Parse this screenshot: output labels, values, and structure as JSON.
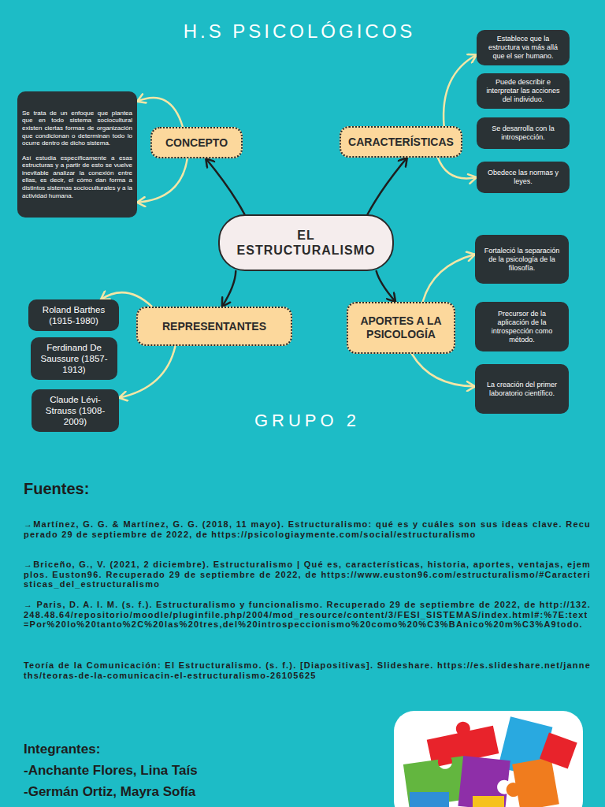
{
  "diagram": {
    "title": "H.S PSICOLÓGICOS",
    "nodes": [
      {
        "text": [
          "EL ESTRUCTURALISMO"
        ]
      },
      {
        "text": [
          "CONCEPTO"
        ]
      },
      {
        "text": [
          "Se trata de un enfoque que plantea que en todo sistema sociocultural existen ciertas formas de organización que condicionan o determinan todo lo ocurre dentro de dicho sistema.",
          "Así estudia específicamente a esas estructuras y a partir de esto se vuelve inevitable analizar la conexión entre ellas, es decir, el cómo dan forma a distintos sistemas socioculturales y a la actividad humana."
        ]
      },
      {
        "text": [
          "CARACTERÍSTICAS"
        ]
      },
      {
        "text": [
          "Establece que la estructura va más allá que el ser humano."
        ]
      },
      {
        "text": [
          "Puede describir e interpretar las acciones del individuo."
        ]
      },
      {
        "text": [
          "Se desarrolla con la introspección."
        ]
      },
      {
        "text": [
          "Obedece las normas y leyes."
        ]
      },
      {
        "text": [
          "REPRESENTANTES"
        ]
      },
      {
        "text": [
          "Roland Barthes (1915-1980)"
        ]
      },
      {
        "text": [
          "Ferdinand De Saussure (1857-1913)"
        ]
      },
      {
        "text": [
          "Claude Lévi-Strauss (1908-2009)"
        ]
      },
      {
        "text": [
          "APORTES A LA PSICOLOGÍA"
        ]
      },
      {
        "text": [
          "Fortaleció la separación de la psicología de la filosofía."
        ]
      },
      {
        "text": [
          "Precursor de la aplicación de la introspección como método."
        ]
      },
      {
        "text": [
          "La creación del primer laboratorio científico."
        ]
      }
    ],
    "edges": [
      {
        "from": 0,
        "to": 1,
        "arrow": "to"
      },
      {
        "from": 0,
        "to": 3,
        "arrow": "to"
      },
      {
        "from": 0,
        "to": 8,
        "arrow": "to"
      },
      {
        "from": 0,
        "to": 12,
        "arrow": "to"
      },
      {
        "from": 1,
        "to": 2,
        "arrow": "to"
      },
      {
        "from": 1,
        "to": 2,
        "arrow": "to"
      },
      {
        "from": 3,
        "to": 4,
        "arrow": "to"
      },
      {
        "from": 3,
        "to": 7,
        "arrow": "to"
      },
      {
        "from": 8,
        "to": 9,
        "arrow": "to"
      },
      {
        "from": 8,
        "to": 11,
        "arrow": "to"
      },
      {
        "from": 12,
        "to": 13,
        "arrow": "to"
      },
      {
        "from": 12,
        "to": 15,
        "arrow": "to"
      }
    ],
    "labels": [
      "GRUPO 2",
      "Fuentes:",
      "→Martínez, G. G. & Martínez, G. G. (2018, 11 mayo). Estructuralismo: qué es y cuáles son sus ideas clave. Recuperado 29 de septiembre de 2022, de https://psicologiaymente.com/social/estructuralismo",
      "→Briceño, G., V. (2021, 2 diciembre). Estructuralismo | Qué es, características, historia, aportes, ventajas, ejemplos. Euston96. Recuperado 29 de septiembre de 2022, de https://www.euston96.com/estructuralismo/#Caracteristicas_del_estructuralismo",
      "→ Paris, D. A. I. M. (s. f.). Estructuralismo y funcionalismo. Recuperado 29 de septiembre de 2022, de http://132.248.48.64/repositorio/moodle/pluginfile.php/2004/mod_resource/content/3/FESI_SISTEMAS/index.html#:%7E:text=Por%20lo%20tanto%2C%20las%20tres,del%20introspeccionismo%20como%20%C3%BAnico%20m%C3%A9todo.",
      "Teoría de la Comunicación: El Estructuralismo. (s. f.). [Diapositivas]. Slideshare. https://es.slideshare.net/janneths/teoras-de-la-comunicacin-el-estructuralismo-26105625",
      "Integrantes:",
      "-Anchante Flores, Lina Taís",
      "-Germán Ortiz, Mayra Sofía"
    ]
  }
}
